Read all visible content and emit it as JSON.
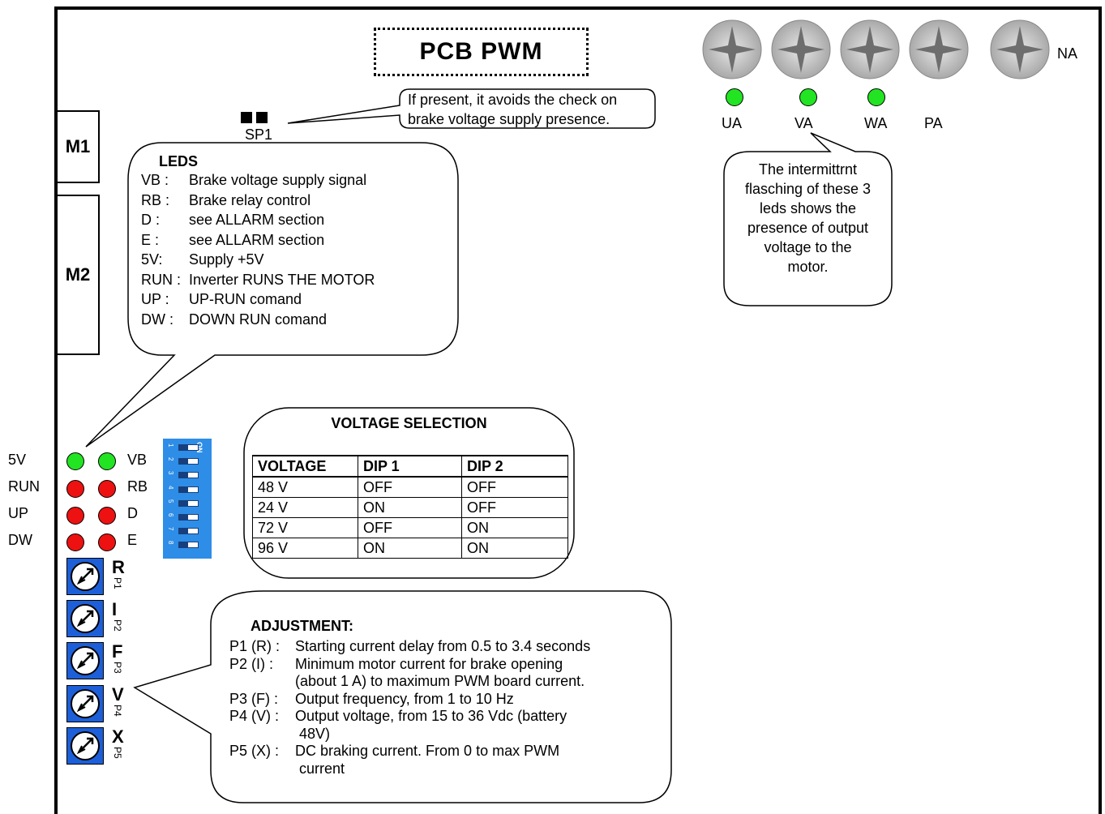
{
  "title": "PCB  PWM",
  "connectors": {
    "m1": "M1",
    "m2": "M2"
  },
  "jumper": {
    "label": "SP1",
    "note_line1": "If present, it avoids the check on",
    "note_line2": "brake voltage supply presence."
  },
  "screws": {
    "label": "NA"
  },
  "output_leds": {
    "labels": [
      "UA",
      "VA",
      "WA",
      "PA"
    ],
    "color": "#22e422"
  },
  "output_note": [
    "The intermittrnt",
    "flasching of these 3",
    "leds shows the",
    "presence of output",
    "voltage to the",
    "motor."
  ],
  "leds_box": {
    "title": "LEDS",
    "rows": [
      {
        "code": "VB :",
        "desc": "Brake voltage supply signal"
      },
      {
        "code": "RB :",
        "desc": "Brake relay control"
      },
      {
        "code": "D :",
        "desc": "see ALLARM section"
      },
      {
        "code": "E :",
        "desc": "see ALLARM section"
      },
      {
        "code": "5V:",
        "desc": "Supply +5V"
      },
      {
        "code": "RUN :",
        "desc": "Inverter RUNS THE MOTOR"
      },
      {
        "code": "UP :",
        "desc": "UP-RUN comand"
      },
      {
        "code": "DW :",
        "desc": "DOWN RUN comand"
      }
    ]
  },
  "status_leds": {
    "left_labels": [
      "5V",
      "RUN",
      "UP",
      "DW"
    ],
    "right_labels": [
      "VB",
      "RB",
      "D",
      "E"
    ],
    "green": "#22e422",
    "red": "#ee1111"
  },
  "dip_switch": {
    "on_label": "ON",
    "numbers": [
      "1",
      "2",
      "3",
      "4",
      "5",
      "6",
      "7",
      "8"
    ],
    "color": "#2e8de6"
  },
  "voltage_selection": {
    "title": "VOLTAGE SELECTION",
    "headers": [
      "VOLTAGE",
      "DIP 1",
      "DIP 2"
    ],
    "rows": [
      [
        "48 V",
        "OFF",
        "OFF"
      ],
      [
        "24 V",
        "ON",
        "OFF"
      ],
      [
        "72 V",
        "OFF",
        "ON"
      ],
      [
        "96 V",
        "ON",
        "ON"
      ]
    ]
  },
  "potentiometers": [
    {
      "letter": "R",
      "id": "P1"
    },
    {
      "letter": "I",
      "id": "P2"
    },
    {
      "letter": "F",
      "id": "P3"
    },
    {
      "letter": "V",
      "id": "P4"
    },
    {
      "letter": "X",
      "id": "P5"
    }
  ],
  "adjustment": {
    "title": "ADJUSTMENT:",
    "items": [
      {
        "code": "P1 (R) :",
        "lines": [
          "Starting current delay from 0.5 to 3.4 seconds"
        ]
      },
      {
        "code": "P2 (I) :",
        "lines": [
          "Minimum motor current for brake opening",
          "(about 1 A) to maximum PWM board current."
        ]
      },
      {
        "code": "P3 (F) :",
        "lines": [
          "Output frequency, from 1 to 10 Hz"
        ]
      },
      {
        "code": "P4 (V) :",
        "lines": [
          "Output voltage, from 15 to 36 Vdc (battery",
          "48V)"
        ]
      },
      {
        "code": "P5 (X) :",
        "lines": [
          "DC braking current. From 0 to max PWM",
          "current"
        ]
      }
    ]
  }
}
